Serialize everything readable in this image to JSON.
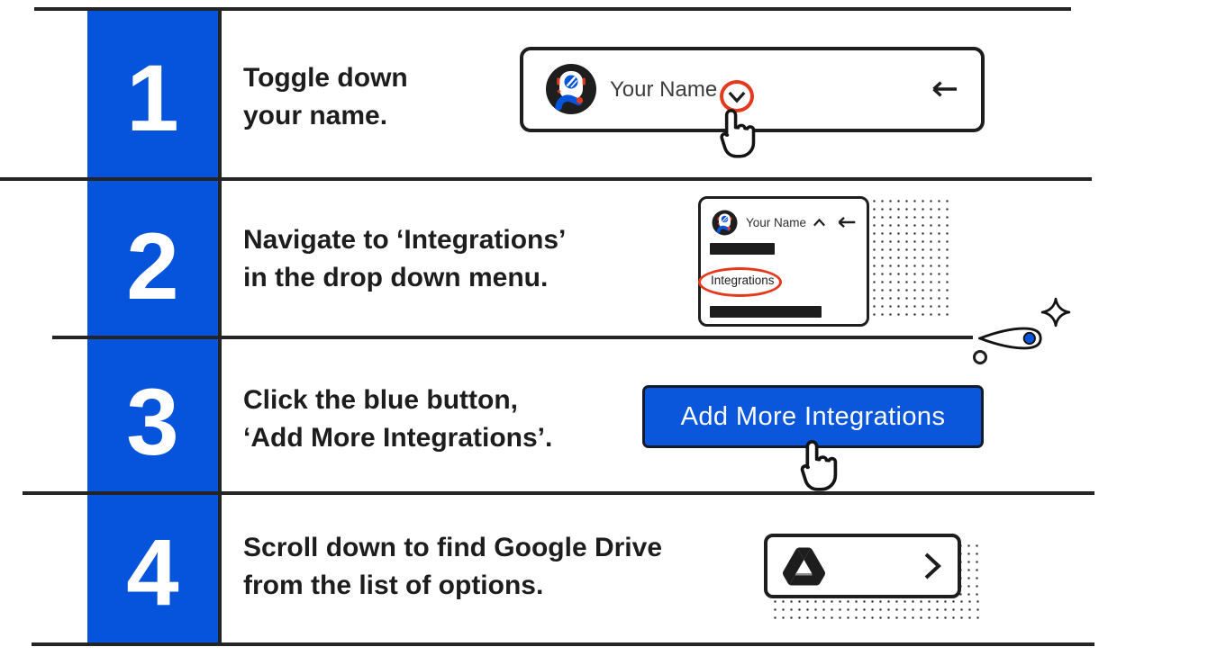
{
  "colors": {
    "accent_blue": "#0554DB",
    "button_blue": "#0B57DB",
    "line_black": "#242424",
    "highlight_red": "#E5391D",
    "text_black": "#1D1D1D"
  },
  "steps": [
    {
      "number": "1",
      "line1": "Toggle down",
      "line2": "your name."
    },
    {
      "number": "2",
      "line1": "Navigate to ‘Integrations’",
      "line2": "in the drop down menu."
    },
    {
      "number": "3",
      "line1": "Click the blue button,",
      "line2": "‘Add More Integrations’."
    },
    {
      "number": "4",
      "line1": "Scroll down to find Google Drive",
      "line2": "from the list of options."
    }
  ],
  "step1_card": {
    "user_name": "Your Name"
  },
  "step2_menu": {
    "user_name": "Your Name",
    "menu_item": "Integrations"
  },
  "step3_button": {
    "label": "Add More Integrations"
  }
}
